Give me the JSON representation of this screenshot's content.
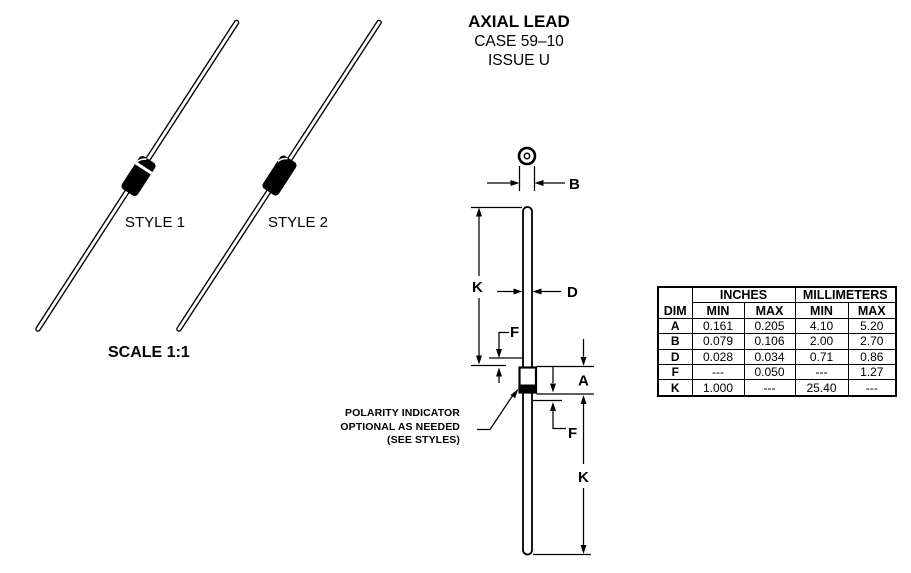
{
  "header": {
    "title": "AXIAL LEAD",
    "case": "CASE 59–10",
    "issue": "ISSUE U"
  },
  "figures": {
    "style1_label": "STYLE 1",
    "style2_label": "STYLE 2",
    "scale_label": "SCALE 1:1"
  },
  "polarity_note": {
    "line1": "POLARITY INDICATOR",
    "line2": "OPTIONAL AS NEEDED",
    "line3": "(SEE STYLES)"
  },
  "dim_labels": {
    "a": "A",
    "b": "B",
    "d": "D",
    "f": "F",
    "k": "K"
  },
  "dim_table": {
    "unit_headers": {
      "inches": "INCHES",
      "millimeters": "MILLIMETERS"
    },
    "col_headers": {
      "dim": "DIM",
      "min": "MIN",
      "max": "MAX"
    },
    "rows": [
      {
        "dim": "A",
        "in_min": "0.161",
        "in_max": "0.205",
        "mm_min": "4.10",
        "mm_max": "5.20"
      },
      {
        "dim": "B",
        "in_min": "0.079",
        "in_max": "0.106",
        "mm_min": "2.00",
        "mm_max": "2.70"
      },
      {
        "dim": "D",
        "in_min": "0.028",
        "in_max": "0.034",
        "mm_min": "0.71",
        "mm_max": "0.86"
      },
      {
        "dim": "F",
        "in_min": "---",
        "in_max": "0.050",
        "mm_min": "---",
        "mm_max": "1.27"
      },
      {
        "dim": "K",
        "in_min": "1.000",
        "in_max": "---",
        "mm_min": "25.40",
        "mm_max": "---"
      }
    ]
  },
  "colors": {
    "ink": "#000000",
    "background": "#ffffff"
  }
}
